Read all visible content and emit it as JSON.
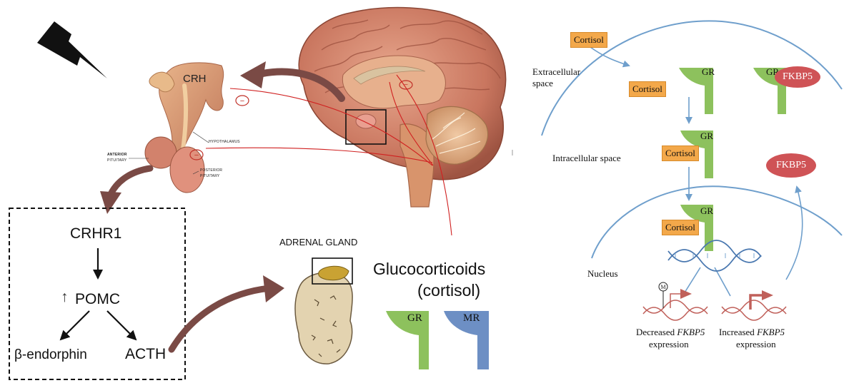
{
  "left": {
    "crh_label": "CRH",
    "hypothalamus_label": "HYPOTHALAMUS",
    "anterior_pituitary_label": [
      "ANTERIOR",
      "PITUITARY"
    ],
    "posterior_pituitary_label": [
      "POSTERIOR",
      "PITUITARY"
    ],
    "inhibition_symbol": "−",
    "box": {
      "crhr1": "CRHR1",
      "up_arrow": "↑",
      "pomc": "POMC",
      "beta_endorphin": "β-endorphin",
      "acth": "ACTH"
    },
    "adrenal_label": "ADRENAL GLAND",
    "glucocorticoids_line1": "Glucocorticoids",
    "glucocorticoids_line2": "(cortisol)",
    "gr_label": "GR",
    "mr_label": "MR"
  },
  "right": {
    "cortisol": "Cortisol",
    "extracellular": [
      "Extracellular",
      "space"
    ],
    "intracellular": "Intracellular space",
    "nucleus": "Nucleus",
    "gr": "GR",
    "fkbp5": "FKBP5",
    "methyl": "M",
    "decreased_line1_prefix": "Decreased ",
    "decreased_line1_gene": "FKBP5",
    "decreased_line2": "expression",
    "increased_line1_prefix": "Increased ",
    "increased_line1_gene": "FKBP5",
    "increased_line2": "expression"
  },
  "colors": {
    "gr_green": "#8dc15d",
    "mr_blue": "#6d8fc4",
    "cortisol_orange": "#f3a84a",
    "fkbp5_red": "#cf5356",
    "membrane_blue": "#6f9fcc",
    "arrow_brown": "#7a4a45",
    "dna_blue": "#4a78b0",
    "dna_red": "#c0605a"
  }
}
